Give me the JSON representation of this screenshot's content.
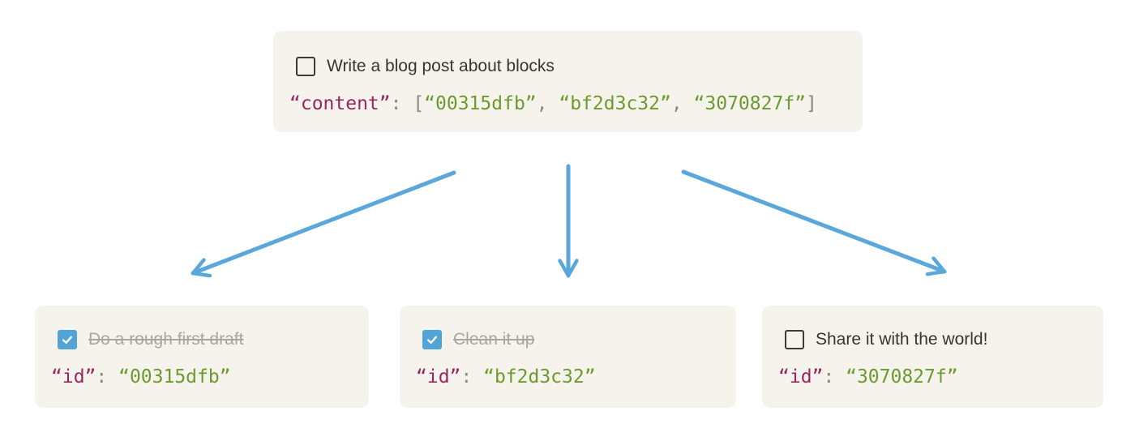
{
  "palette": {
    "card_bg": "#f6f3ed",
    "text_dark": "#37352f",
    "text_muted": "#a9a69f",
    "code_key": "#97275d",
    "code_string": "#6b9b2e",
    "code_punct": "#8b8880",
    "checkbox_blue": "#52a3d6",
    "arrow_blue": "#5aa8db"
  },
  "parent_card": {
    "todo": {
      "label": "Write a blog post about blocks",
      "completed": false
    },
    "code": {
      "key": "“content”",
      "colon_open": ": [",
      "item1": "“00315dfb”",
      "comma1": ", ",
      "item2": "“bf2d3c32”",
      "comma2": ", ",
      "item3": "“3070827f”",
      "close": "]"
    }
  },
  "child_cards": [
    {
      "todo": {
        "label": "Do a rough first draft",
        "completed": true
      },
      "code": {
        "key": "“id”",
        "colon": ": ",
        "value": "“00315dfb”"
      }
    },
    {
      "todo": {
        "label": "Clean it up",
        "completed": true
      },
      "code": {
        "key": "“id”",
        "colon": ": ",
        "value": "“bf2d3c32”"
      }
    },
    {
      "todo": {
        "label": "Share it with the world!",
        "completed": false
      },
      "code": {
        "key": "“id”",
        "colon": ": ",
        "value": "“3070827f”"
      }
    }
  ]
}
